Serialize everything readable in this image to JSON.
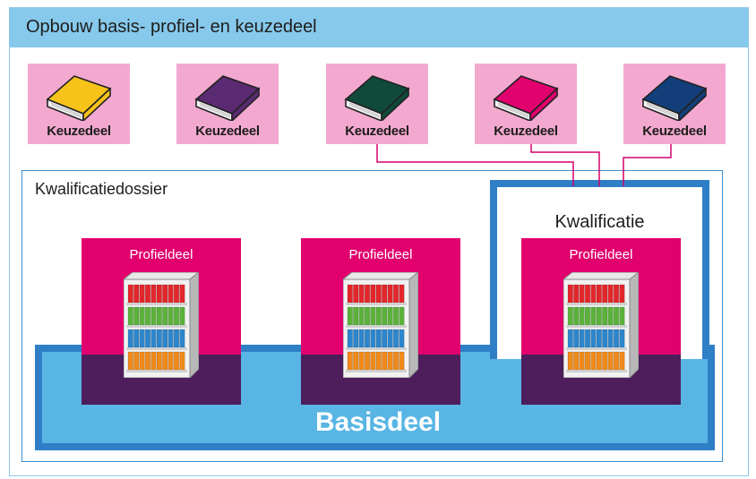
{
  "header": {
    "title": "Opbouw basis- profiel- en keuzedeel"
  },
  "keuzedelen": [
    {
      "label": "Keuzedeel",
      "color": "#f7c21a"
    },
    {
      "label": "Keuzedeel",
      "color": "#5a2a72"
    },
    {
      "label": "Keuzedeel",
      "color": "#0f4a3a"
    },
    {
      "label": "Keuzedeel",
      "color": "#e1006e"
    },
    {
      "label": "Keuzedeel",
      "color": "#123f7a"
    }
  ],
  "dossier": {
    "title": "Kwalificatiedossier"
  },
  "kwalificatie": {
    "title": "Kwalificatie"
  },
  "profieldelen": [
    {
      "label": "Profieldeel"
    },
    {
      "label": "Profieldeel"
    },
    {
      "label": "Profieldeel"
    }
  ],
  "basisdeel": {
    "label": "Basisdeel"
  },
  "colors": {
    "header": "#87c9ec",
    "keuze_bg": "#f3a9cf",
    "profiel_top": "#e1006e",
    "profiel_bottom": "#4d1e5b",
    "basis": "#58b5e4",
    "border_blue": "#2f7fc7"
  },
  "icons": {
    "keuzedeel": "book-icon",
    "profieldeel": "bookshelf-icon"
  }
}
